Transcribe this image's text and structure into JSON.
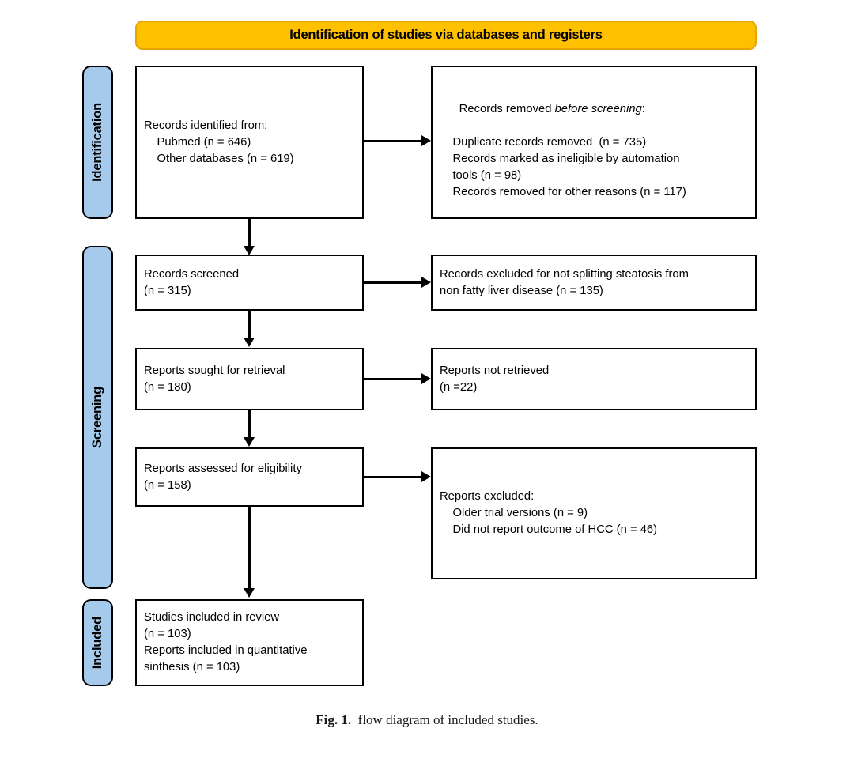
{
  "figure": {
    "banner": {
      "title": "Identification of studies via databases and registers",
      "color": "#FFC000"
    },
    "caption": {
      "label": "Fig. 1.",
      "text": "flow diagram of included studies."
    },
    "stages": [
      {
        "id": "identification",
        "label": "Identification",
        "color": "#A6CAEC"
      },
      {
        "id": "screening",
        "label": "Screening",
        "color": "#A6CAEC"
      },
      {
        "id": "included",
        "label": "Included",
        "color": "#A6CAEC"
      }
    ],
    "nodes": {
      "records_identified": {
        "lines": [
          {
            "text": "Records identified from:"
          },
          {
            "text": "    Pubmed (n = 646)"
          },
          {
            "text": "    Other databases (n = 619)"
          }
        ]
      },
      "records_removed": {
        "lines": [
          {
            "pre": "Records removed ",
            "italic": "before screening",
            "post": ":"
          },
          {
            "text": "    Duplicate records removed  (n = 735)"
          },
          {
            "text": "    Records marked as ineligible by automation"
          },
          {
            "text": "    tools (n = 98)"
          },
          {
            "text": "    Records removed for other reasons (n = 117)"
          }
        ]
      },
      "records_screened": {
        "lines": [
          {
            "text": "Records screened"
          },
          {
            "text": "(n = 315)"
          }
        ]
      },
      "records_excluded": {
        "lines": [
          {
            "text": "Records excluded for not splitting steatosis from"
          },
          {
            "text": "non fatty liver disease (n = 135)"
          }
        ]
      },
      "reports_sought": {
        "lines": [
          {
            "text": "Reports sought for retrieval"
          },
          {
            "text": "(n = 180)"
          }
        ]
      },
      "reports_not_retrieved": {
        "lines": [
          {
            "text": "Reports not retrieved"
          },
          {
            "text": "(n =22)"
          }
        ]
      },
      "reports_assessed": {
        "lines": [
          {
            "text": "Reports assessed for eligibility"
          },
          {
            "text": "(n = 158)"
          }
        ]
      },
      "reports_excluded": {
        "lines": [
          {
            "text": "Reports excluded:"
          },
          {
            "text": "    Older trial versions (n = 9)"
          },
          {
            "text": "    Did not report outcome of HCC (n = 46)"
          }
        ]
      },
      "studies_included": {
        "lines": [
          {
            "text": "Studies included in review"
          },
          {
            "text": "(n = 103)"
          },
          {
            "text": "Reports included in quantitative"
          },
          {
            "text": "sinthesis (n = 103)"
          }
        ]
      }
    }
  }
}
